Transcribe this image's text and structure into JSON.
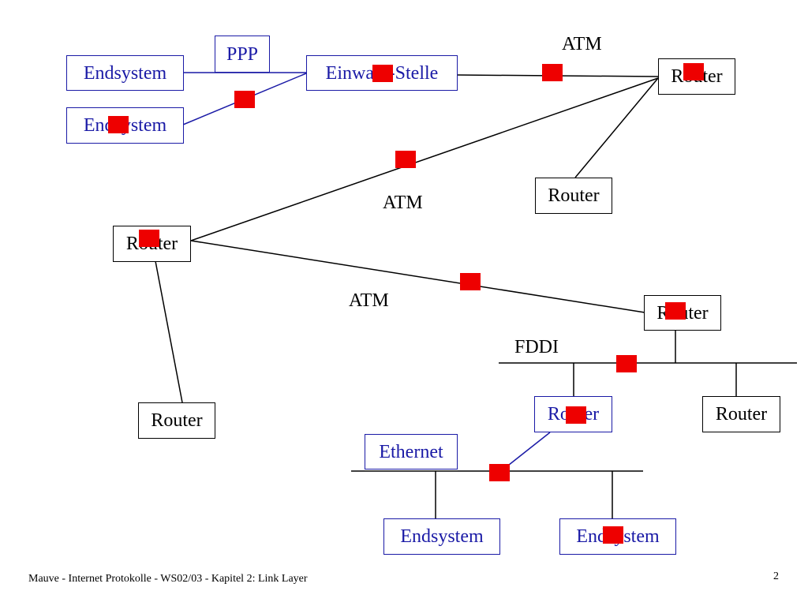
{
  "nodes": {
    "endsystem_top": "Endsystem",
    "ppp": "PPP",
    "einwahl": "Einwahl-Stelle",
    "router_top_right": "Router",
    "endsystem_second": "Endsystem",
    "router_mid_right": "Router",
    "router_left": "Router",
    "router_fddi": "Router",
    "router_bottom_left": "Router",
    "router_fddi_lower": "Router",
    "router_fddi_right": "Router",
    "ethernet": "Ethernet",
    "endsystem_bottom_left": "Endsystem",
    "endsystem_bottom_right": "Endsystem"
  },
  "labels": {
    "atm_top": "ATM",
    "atm_mid": "ATM",
    "atm_low": "ATM",
    "fddi": "FDDI"
  },
  "colors": {
    "link_box_blue": "#1a1aa6",
    "marker_red": "#ee0000"
  },
  "footer": {
    "text": "Mauve - Internet Protokolle - WS02/03 - Kapitel 2: Link Layer",
    "page_number": "2"
  }
}
